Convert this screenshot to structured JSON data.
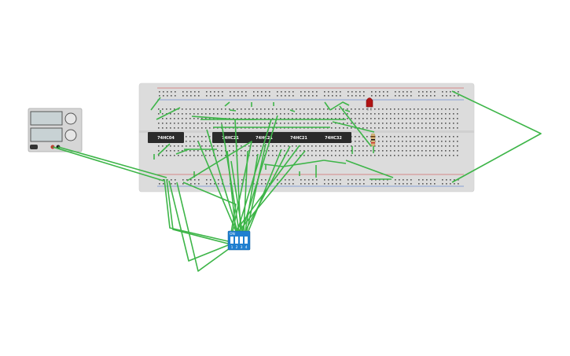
{
  "colors": {
    "canvas": "#ffffff",
    "breadboard": "#dcdcdc",
    "wire": "#3db548",
    "chip": "#2b2b2b",
    "dip_switch": "#1f7fd0",
    "led": "#b11313",
    "psu_body": "#d6d6d6",
    "psu_display": "#c8d2d4"
  },
  "chips": [
    {
      "id": "u1",
      "label": "74HC04"
    },
    {
      "id": "u2",
      "label": "74HC21"
    },
    {
      "id": "u3",
      "label": "74HC21"
    },
    {
      "id": "u4",
      "label": "74HC21"
    },
    {
      "id": "u5",
      "label": "74HC32"
    }
  ],
  "dip_switch": {
    "on_label": "ON",
    "numbers": [
      "1",
      "2",
      "3",
      "4"
    ]
  },
  "power_supply": {
    "icons": [
      "display",
      "knob",
      "terminal"
    ]
  },
  "components": [
    "breadboard",
    "power-supply",
    "dip-switch",
    "led",
    "resistor"
  ]
}
